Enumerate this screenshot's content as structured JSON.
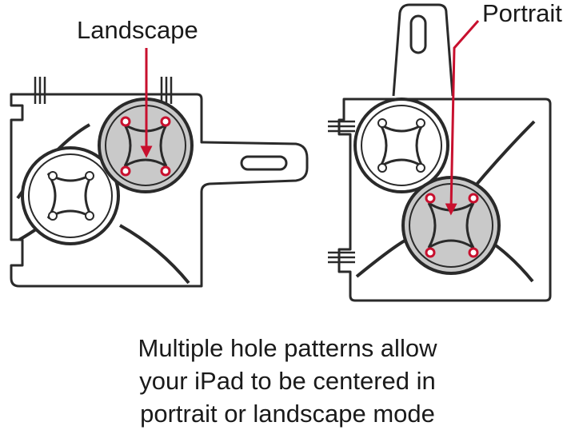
{
  "labels": {
    "landscape": "Landscape",
    "portrait": "Portrait"
  },
  "caption": {
    "lines": [
      "Multiple hole patterns allow",
      "your iPad to be centered in",
      "portrait or landscape mode"
    ]
  },
  "colors": {
    "outline": "#2a2a2a",
    "accent": "#c8102e",
    "disc_fill": "#c9c9c9",
    "background": "#ffffff"
  }
}
